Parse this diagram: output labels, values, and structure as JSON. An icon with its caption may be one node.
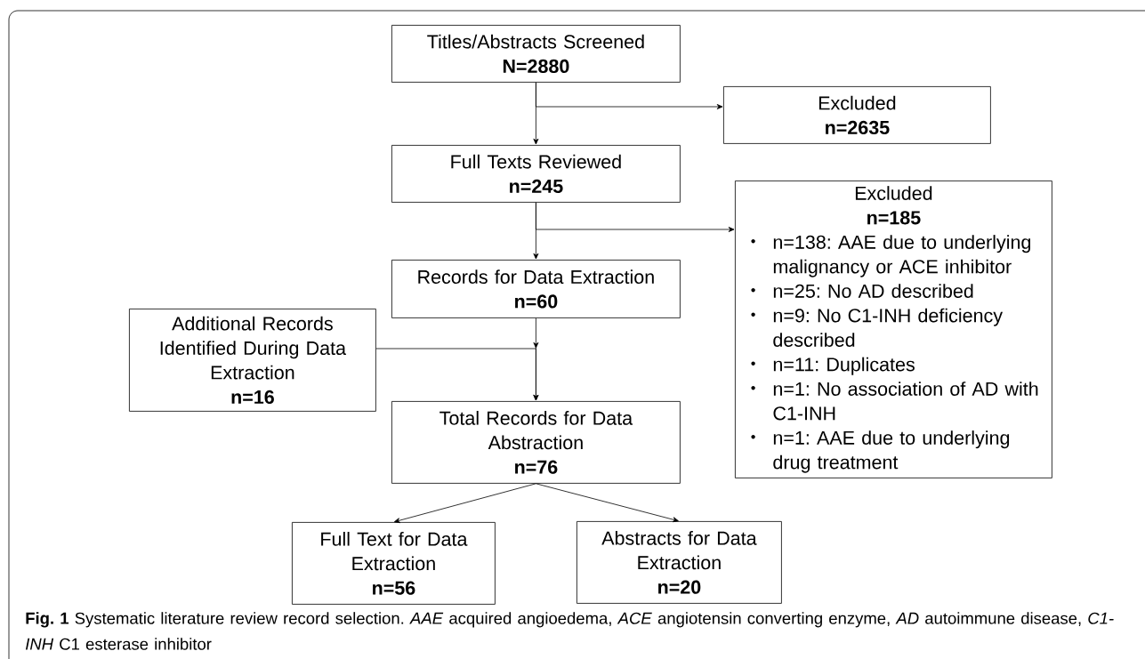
{
  "diagram": {
    "caption": "**Fig. 1**  Systematic literature review record selection. *AAE* acquired angioedema, *ACE* angiotensin converting enzyme, *AD* autoimmune disease, *C1-INH* C1 esterase inhibitor",
    "nodes": [
      {
        "text": [
          "Titles/Abstracts Screened",
          "N=2880"
        ]
      },
      {
        "text": [
          "Excluded",
          "n=2635"
        ]
      },
      {
        "text": [
          "Full Texts Reviewed",
          "n=245"
        ]
      },
      {
        "text": [
          "Excluded",
          "n=185",
          "n=138: AAE due to underlying malignancy or ACE inhibitor",
          "n=25: No AD described",
          "n=9: No C1-INH deficiency described",
          "n=11: Duplicates",
          "n=1: No association of AD with C1-INH",
          "n=1: AAE due to underlying drug treatment"
        ]
      },
      {
        "text": [
          "Records for Data Extraction",
          "n=60"
        ]
      },
      {
        "text": [
          "Additional Records Identified During Data Extraction",
          "n=16"
        ]
      },
      {
        "text": [
          "Total Records for Data Abstraction",
          "n=76"
        ]
      },
      {
        "text": [
          "Full Text for Data Extraction",
          "n=56"
        ]
      },
      {
        "text": [
          "Abstracts for Data Extraction",
          "n=20"
        ]
      }
    ],
    "edges": [
      {
        "from": 0,
        "to": 2,
        "arrow": "to"
      },
      {
        "from": 0,
        "to": 1,
        "arrow": "to"
      },
      {
        "from": 2,
        "to": 4,
        "arrow": "to"
      },
      {
        "from": 2,
        "to": 3,
        "arrow": "to"
      },
      {
        "from": 4,
        "to": 6,
        "arrow": "to"
      },
      {
        "from": 5,
        "to": 6,
        "arrow": "to"
      },
      {
        "from": 6,
        "to": 7,
        "arrow": "to"
      },
      {
        "from": 6,
        "to": 8,
        "arrow": "to"
      }
    ]
  }
}
